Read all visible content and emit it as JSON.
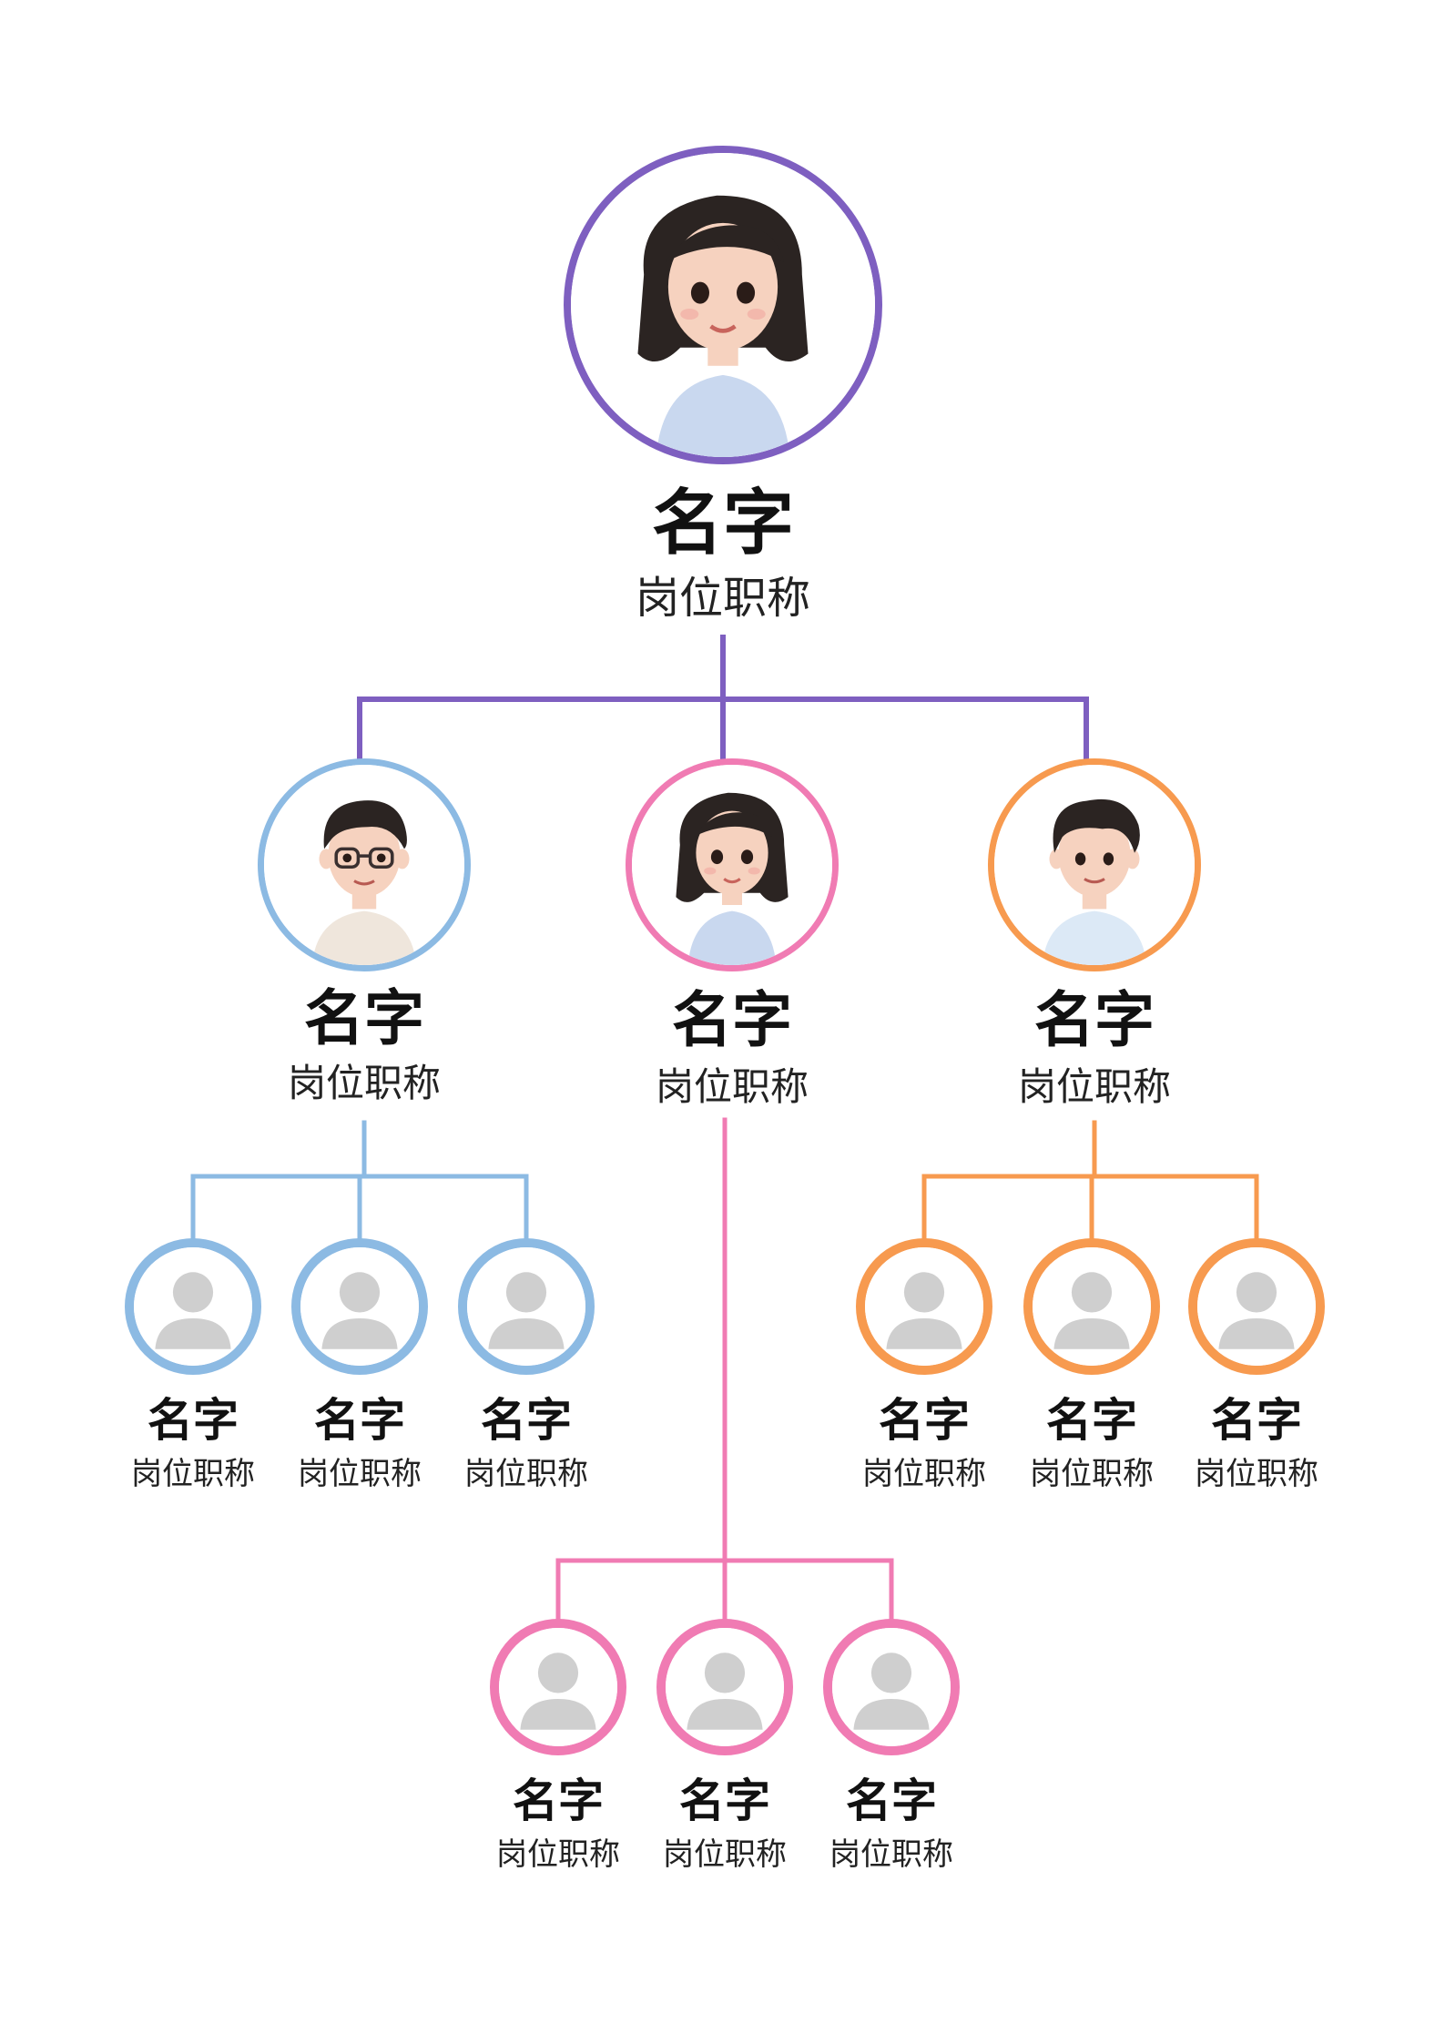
{
  "colors": {
    "purple": "#7e5fc0",
    "blue": "#8cbae3",
    "pink": "#f07bb3",
    "orange": "#f79a4f",
    "placeholder_gray": "#cfcfcf"
  },
  "root": {
    "name": "名字",
    "title": "岗位职称",
    "color": "purple",
    "avatar": "girl-avatar-icon"
  },
  "managers": [
    {
      "name": "名字",
      "title": "岗位职称",
      "color": "blue",
      "avatar": "boy-glasses-avatar-icon",
      "reports": [
        {
          "name": "名字",
          "title": "岗位职称"
        },
        {
          "name": "名字",
          "title": "岗位职称"
        },
        {
          "name": "名字",
          "title": "岗位职称"
        }
      ]
    },
    {
      "name": "名字",
      "title": "岗位职称",
      "color": "pink",
      "avatar": "girl-avatar-icon",
      "reports": [
        {
          "name": "名字",
          "title": "岗位职称"
        },
        {
          "name": "名字",
          "title": "岗位职称"
        },
        {
          "name": "名字",
          "title": "岗位职称"
        }
      ]
    },
    {
      "name": "名字",
      "title": "岗位职称",
      "color": "orange",
      "avatar": "boy-avatar-icon",
      "reports": [
        {
          "name": "名字",
          "title": "岗位职称"
        },
        {
          "name": "名字",
          "title": "岗位职称"
        },
        {
          "name": "名字",
          "title": "岗位职称"
        }
      ]
    }
  ]
}
